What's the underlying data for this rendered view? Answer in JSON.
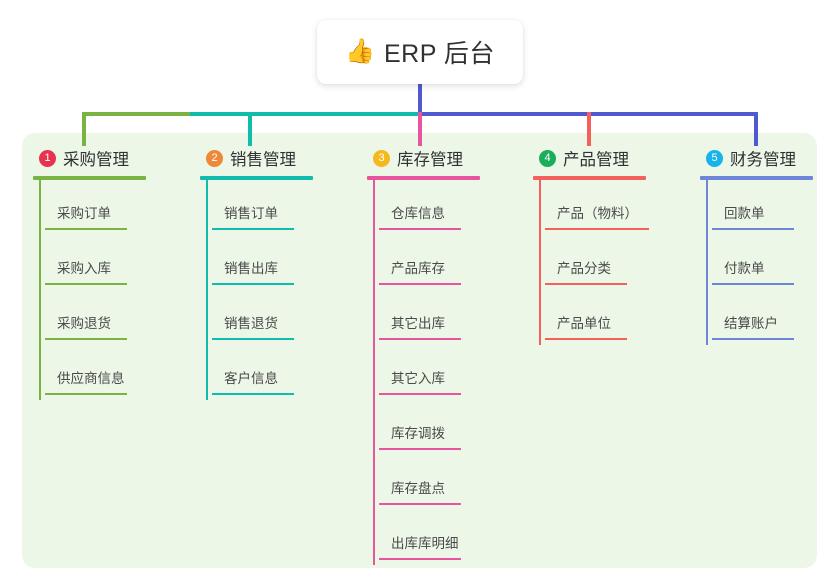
{
  "title": {
    "icon": "thumbs-up-icon",
    "emoji": "👍",
    "text": "ERP 后台"
  },
  "theme": {
    "panel_bg": "#edf7e8",
    "page_bg": "#ffffff",
    "card_bg": "#ffffff"
  },
  "columns": [
    {
      "number": "1",
      "title": "采购管理",
      "badge_color": "#e8334f",
      "line_color": "#79b443",
      "items": [
        {
          "label": "采购订单"
        },
        {
          "label": "采购入库"
        },
        {
          "label": "采购退货"
        },
        {
          "label": "供应商信息"
        }
      ]
    },
    {
      "number": "2",
      "title": "销售管理",
      "badge_color": "#f0883a",
      "line_color": "#12bcad",
      "items": [
        {
          "label": "销售订单"
        },
        {
          "label": "销售出库"
        },
        {
          "label": "销售退货"
        },
        {
          "label": "客户信息"
        }
      ]
    },
    {
      "number": "3",
      "title": "库存管理",
      "badge_color": "#f5b920",
      "line_color": "#e8559e",
      "items": [
        {
          "label": "仓库信息"
        },
        {
          "label": "产品库存"
        },
        {
          "label": "其它出库"
        },
        {
          "label": "其它入库"
        },
        {
          "label": "库存调拨"
        },
        {
          "label": "库存盘点"
        },
        {
          "label": "出库库明细"
        }
      ]
    },
    {
      "number": "4",
      "title": "产品管理",
      "badge_color": "#1aad5a",
      "line_color": "#f4615c",
      "items": [
        {
          "label": "产品（物料）"
        },
        {
          "label": "产品分类"
        },
        {
          "label": "产品单位"
        }
      ]
    },
    {
      "number": "5",
      "title": "财务管理",
      "badge_color": "#18b4e9",
      "line_color": "#6e86d8",
      "items": [
        {
          "label": "回款单"
        },
        {
          "label": "付款单"
        },
        {
          "label": "结算账户"
        }
      ]
    }
  ],
  "connectors": {
    "stem_color": "#4f5ad0",
    "bus_segments": [
      {
        "color": "#79b443"
      },
      {
        "color": "#12bcad"
      },
      {
        "color": "#4f5ad0"
      }
    ],
    "drops": [
      {
        "color": "#79b443"
      },
      {
        "color": "#12bcad"
      },
      {
        "color": "#e8559e"
      },
      {
        "color": "#f4615c"
      },
      {
        "color": "#4f5ad0"
      }
    ]
  }
}
